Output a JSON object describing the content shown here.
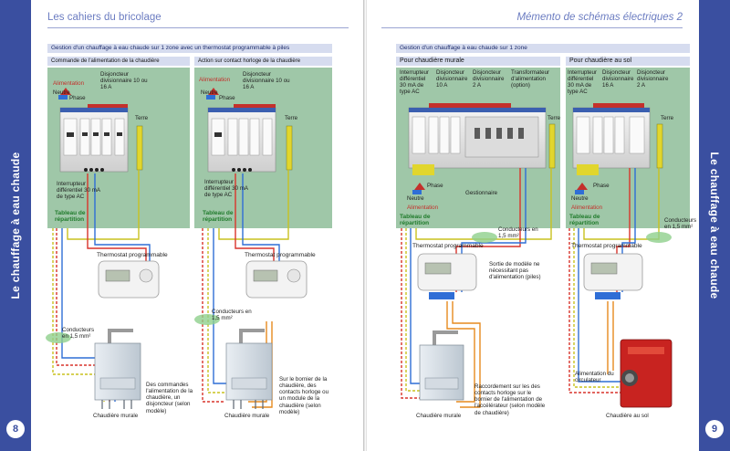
{
  "left_page": {
    "running_head": "Les cahiers du bricolage",
    "side_title": "Le chauffage à eau chaude",
    "page_number": "8",
    "section_title": "Gestion d'un chauffage à eau chaude sur 1 zone avec un thermostat programmable à piles",
    "col1": {
      "heading": "Commande de l'alimentation de la chaudière",
      "alimentation": "Alimentation",
      "neutre": "Neutre",
      "phase": "Phase",
      "disjoncteur": "Disjoncteur divisionnaire 10 ou 16 A",
      "terre": "Terre",
      "interrupteur": "Interrupteur différentiel 30 mA de type AC",
      "tableau": "Tableau de répartition",
      "thermostat": "Thermostat programmable",
      "conducteurs": "Conducteurs en 1,5 mm²",
      "chaudiere": "Chaudière murale",
      "note": "Des commandes l'alimentation de la chaudière, un disjoncteur (selon modèle)"
    },
    "col2": {
      "heading": "Action sur contact horloge de la chaudière",
      "alimentation": "Alimentation",
      "neutre": "Neutre",
      "phase": "Phase",
      "disjoncteur": "Disjoncteur divisionnaire 10 ou 16 A",
      "terre": "Terre",
      "interrupteur": "Interrupteur différentiel 30 mA de type AC",
      "tableau": "Tableau de répartition",
      "thermostat": "Thermostat programmable",
      "conducteurs": "Conducteurs en 1,5 mm²",
      "chaudiere": "Chaudière murale",
      "note": "Sur le bornier de la chaudière, des contacts horloge ou un module de la chaudière (selon modèle)"
    }
  },
  "right_page": {
    "running_head": "Mémento de schémas électriques 2",
    "side_title": "Le chauffage à eau chaude",
    "page_number": "9",
    "section_title": "Gestion d'un chauffage à eau chaude sur 1 zone",
    "col1": {
      "heading": "Pour chaudière murale",
      "interrupteur": "Interrupteur différentiel 30 mA de type AC",
      "disj1": "Disjoncteur divisionnaire 10 A",
      "disj2": "Disjoncteur divisionnaire 2 A",
      "transfo": "Transformateur d'alimentation (option)",
      "terre": "Terre",
      "phase": "Phase",
      "neutre": "Neutre",
      "alimentation": "Alimentation",
      "gestionnaire": "Gestionnaire",
      "tableau": "Tableau de répartition",
      "conducteurs": "Conducteurs en 1,5 mm²",
      "thermostat": "Thermostat programmable",
      "sortie": "Sortie de modèle ne nécessitant pas d'alimentation (piles)",
      "chaudiere": "Chaudière murale",
      "note": "Raccordement sur les des contacts horloge sur le bornier de l'alimentation de l'accélérateur (selon modèle de chaudière)"
    },
    "col2": {
      "heading": "Pour chaudière au sol",
      "interrupteur": "Interrupteur différentiel 30 mA de type AC",
      "disj1": "Disjoncteur divisionnaire 16 A",
      "disj2": "Disjoncteur divisionnaire 2 A",
      "terre": "Terre",
      "phase": "Phase",
      "neutre": "Neutre",
      "alimentation": "Alimentation",
      "tableau": "Tableau de répartition",
      "conducteurs": "Conducteurs en 1,5 mm²",
      "thermostat": "Thermostat programmable",
      "circulateur": "Alimentation du circulateur",
      "chaudiere": "Chaudière au sol"
    }
  },
  "colors": {
    "brand_blue": "#3a4fa0",
    "panel_green": "#9fc7a8",
    "wire_red": "#d9342b",
    "wire_blue": "#2f6ed6",
    "wire_yellow_green": "#c9c21f",
    "wire_orange": "#e68a1e"
  }
}
